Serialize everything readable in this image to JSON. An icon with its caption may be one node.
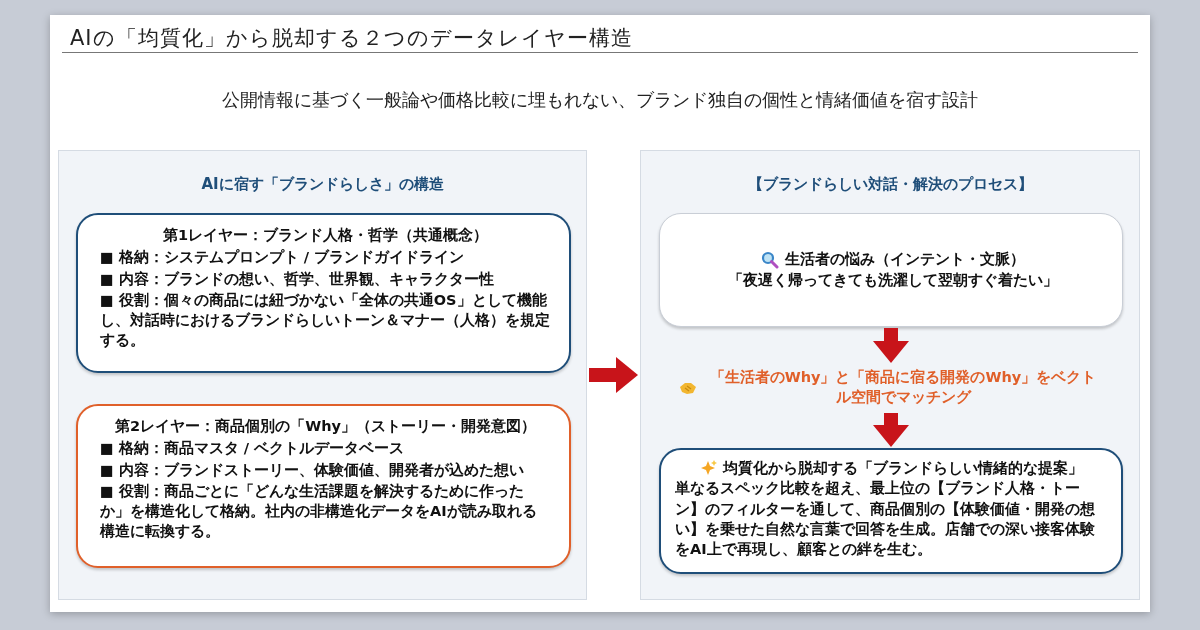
{
  "diagram": {
    "title": "AIの「均質化」から脱却する２つのデータレイヤー構造",
    "nodes": [
      {
        "text": [
          "AIに宿す「ブランドらしさ」の構造"
        ]
      },
      {
        "text": [
          "第1レイヤー：ブランド人格・哲学（共通概念）",
          "■ 格納：システムプロンプト / ブランドガイドライン",
          "■ 内容：ブランドの想い、哲学、世界観、キャラクター性",
          "■ 役割：個々の商品には紐づかない「全体の共通OS」として機能し、対話時におけるブランドらしいトーン＆マナー（人格）を規定する。"
        ],
        "in": 0
      },
      {
        "text": [
          "第2レイヤー：商品個別の「Why」（ストーリー・開発意図）",
          "■ 格納：商品マスタ / ベクトルデータベース",
          "■ 内容：ブランドストーリー、体験価値、開発者が込めた想い",
          "■ 役割：商品ごとに「どんな生活課題を解決するために作ったか」を構造化して格納。社内の非構造化データをAIが読み取れる構造に転換する。"
        ],
        "in": 0
      },
      {
        "text": [
          "【ブランドらしい対話・解決のプロセス】"
        ]
      },
      {
        "text": [
          "生活者の悩み（インテント・文脈）",
          "「夜遅く帰ってきても洗濯して翌朝すぐ着たい」"
        ],
        "in": 3
      },
      {
        "text": [
          "「生活者のWhy」と「商品に宿る開発のWhy」をベクトル空間でマッチング"
        ],
        "in": 3
      },
      {
        "text": [
          "均質化から脱却する「ブランドらしい情緒的な提案」",
          "単なるスペック比較を超え、最上位の【ブランド人格・トーン】のフィルターを通して、商品個別の【体験価値・開発の想い】を乗せた自然な言葉で回答を生成。店舗での深い接客体験をAI上で再現し、顧客との絆を生む。"
        ],
        "in": 3
      }
    ],
    "edges": [
      {
        "from": 0,
        "to": 3,
        "arrow": "to"
      },
      {
        "from": 4,
        "to": 5,
        "arrow": "to"
      },
      {
        "from": 5,
        "to": 6,
        "arrow": "to"
      }
    ],
    "labels": [
      "公開情報に基づく一般論や価格比較に埋もれない、ブランド独自の個性と情緒価値を宿す設計"
    ]
  }
}
